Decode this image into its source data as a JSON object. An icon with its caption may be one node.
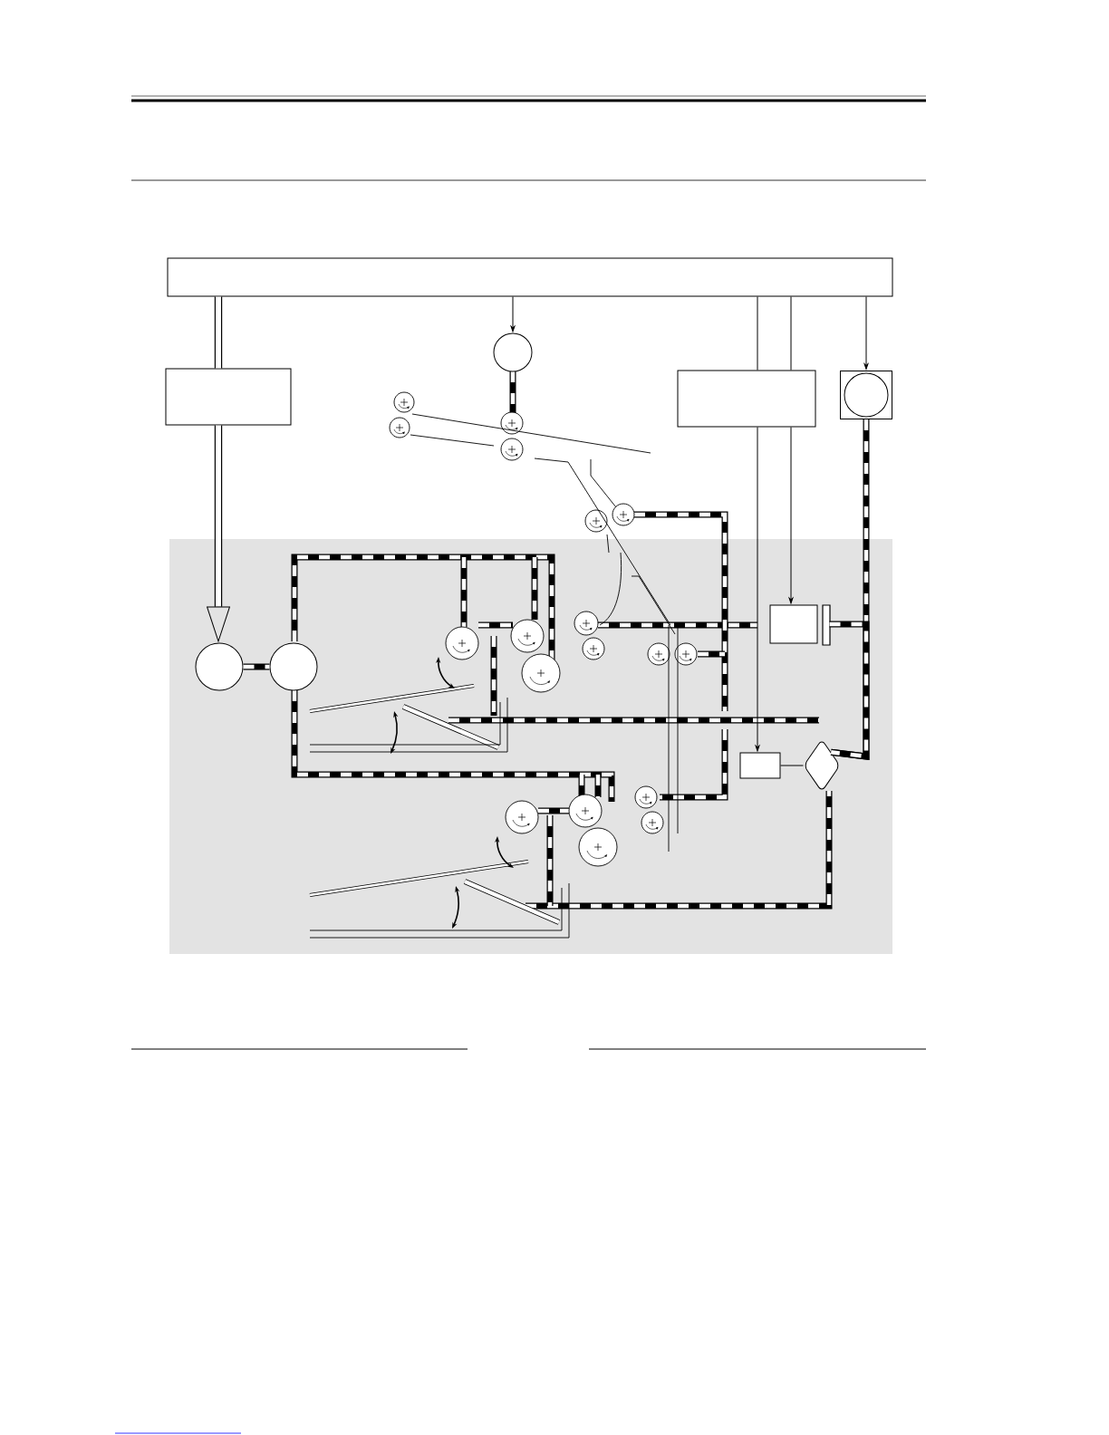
{
  "diagram": {
    "nodes": [
      {
        "text": [],
        "shape": "box"
      },
      {
        "text": [],
        "shape": "box"
      },
      {
        "text": [],
        "shape": "circle"
      },
      {
        "text": [],
        "shape": "box"
      },
      {
        "text": [],
        "shape": "box"
      },
      {
        "text": [],
        "shape": "circle"
      },
      {
        "text": [],
        "shape": "circle"
      },
      {
        "text": [],
        "shape": "box"
      },
      {
        "text": [],
        "shape": "box"
      },
      {
        "text": [],
        "shape": "diamond"
      }
    ],
    "edges": [
      {
        "from": 0,
        "to": 1,
        "arrow": "none",
        "style": "thick"
      },
      {
        "from": 1,
        "to": 5,
        "arrow": "to",
        "style": "thick"
      },
      {
        "from": 0,
        "to": 2,
        "arrow": "to"
      },
      {
        "from": 0,
        "to": 3,
        "arrow": "none"
      },
      {
        "from": 0,
        "to": 3,
        "arrow": "none"
      },
      {
        "from": 3,
        "to": 8,
        "arrow": "to"
      },
      {
        "from": 3,
        "to": 7,
        "arrow": "to"
      },
      {
        "from": 0,
        "to": 4,
        "arrow": "to"
      },
      {
        "from": 5,
        "to": 6,
        "arrow": "none",
        "style": "thick"
      },
      {
        "from": 8,
        "to": 9,
        "arrow": "none"
      },
      {
        "from": 4,
        "to": 9,
        "arrow": "none",
        "style": "thick"
      },
      {
        "from": 7,
        "to": 9,
        "arrow": "none",
        "style": "thick"
      }
    ]
  }
}
